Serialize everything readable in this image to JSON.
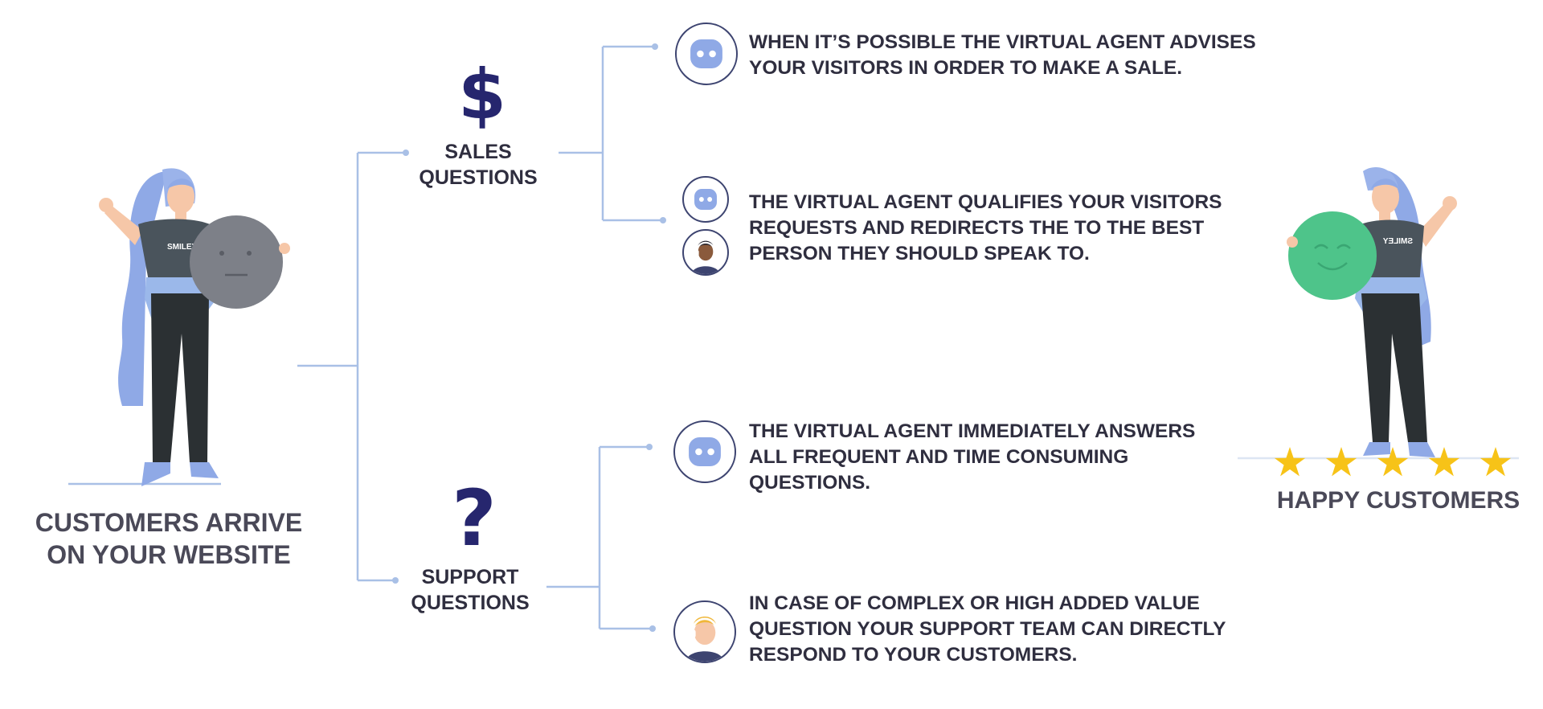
{
  "start": {
    "caption_line1": "CUSTOMERS ARRIVE",
    "caption_line2": "ON YOUR WEBSITE"
  },
  "branches": {
    "sales": {
      "icon": "dollar-icon",
      "glyph": "$",
      "label_line1": "SALES",
      "label_line2": "QUESTIONS"
    },
    "support": {
      "icon": "question-icon",
      "glyph": "?",
      "label_line1": "SUPPORT",
      "label_line2": "QUESTIONS"
    }
  },
  "outcomes": {
    "sales_advise": {
      "avatar": "robot-avatar-icon",
      "lines": [
        "WHEN IT’S POSSIBLE THE VIRTUAL AGENT ADVISES",
        "YOUR VISITORS IN ORDER TO MAKE A SALE."
      ]
    },
    "sales_qualify": {
      "avatars": [
        "robot-avatar-icon",
        "human-agent-avatar-icon"
      ],
      "lines": [
        "THE VIRTUAL AGENT QUALIFIES YOUR VISITORS",
        "REQUESTS AND REDIRECTS THE TO THE BEST",
        "PERSON THEY SHOULD SPEAK TO."
      ]
    },
    "support_answer": {
      "avatar": "robot-avatar-icon",
      "lines": [
        "THE VIRTUAL AGENT IMMEDIATELY ANSWERS",
        "ALL FREQUENT AND TIME CONSUMING",
        "QUESTIONS."
      ]
    },
    "support_team": {
      "avatar": "support-agent-avatar-icon",
      "lines": [
        "IN CASE OF COMPLEX OR HIGH ADDED VALUE",
        "QUESTION YOUR SUPPORT TEAM CAN DIRECTLY",
        "RESPOND TO YOUR CUSTOMERS."
      ]
    }
  },
  "end": {
    "caption": "HAPPY CUSTOMERS",
    "rating": 5
  },
  "illustrations": {
    "left_shirt_text": "SMILEY",
    "right_shirt_text": "SMILEY"
  },
  "colors": {
    "connector": "#a9c0e6",
    "text": "#2f2e3f",
    "caption": "#4a4958",
    "glyph": "#26266e",
    "hair": "#8fa9e6",
    "shirt": "#4a545c",
    "pants": "#2b3033",
    "skin": "#f6c7a8",
    "sad_ball": "#7d8088",
    "happy_ball": "#4ec48a",
    "star": "#f7c318",
    "avatar_border": "#3d4470",
    "robot": "#8fa9e6"
  }
}
